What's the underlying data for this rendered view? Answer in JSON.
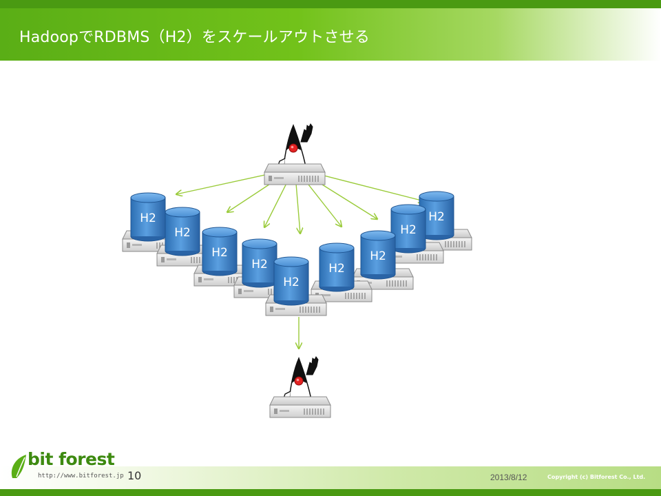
{
  "slide": {
    "title": "HadoopでRDBMS（H2）をスケールアウトさせる",
    "page_number": "10",
    "date": "2013/8/12",
    "copyright": "Copyright (c) Bitforest Co., Ltd."
  },
  "logo": {
    "name": "bit forest",
    "url": "http://www.bitforest.jp"
  },
  "diagram": {
    "database_label": "H2",
    "database_count": 9,
    "client_icon": "java-duke-mascot-icon",
    "server_icon": "server-rack-icon",
    "database_icon": "database-cylinder-icon",
    "colors": {
      "arrow": "#9acb3a",
      "cylinder": "#3f85c9",
      "cylinder_top": "#5da4e0",
      "server": "#dcdcdc",
      "brand_green": "#5aae16"
    }
  }
}
